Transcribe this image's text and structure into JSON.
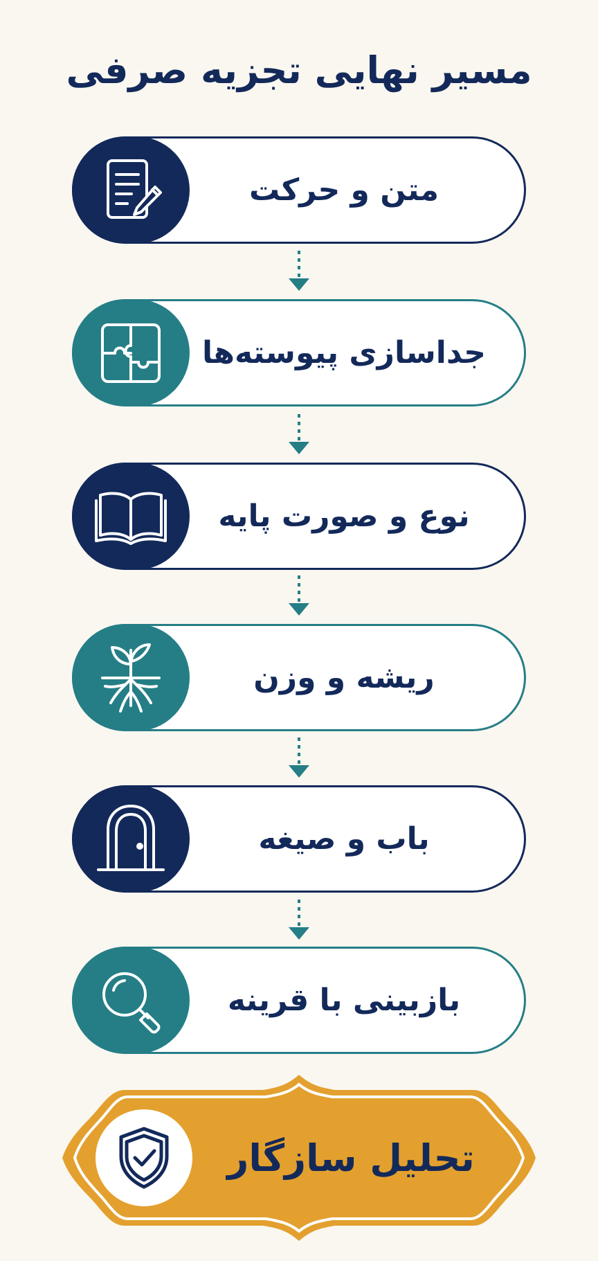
{
  "title": "مسیر نهایی تجزیه صرفی",
  "colors": {
    "navy": "#13295A",
    "teal": "#257E86",
    "gold": "#E3A02E",
    "background": "#FAF7F0"
  },
  "steps": [
    {
      "label": "متن و حرکت",
      "icon": "document-pencil-icon",
      "color": "navy"
    },
    {
      "label": "جداسازی پیوسته‌ها",
      "icon": "puzzle-icon",
      "color": "teal"
    },
    {
      "label": "نوع و صورت پایه",
      "icon": "open-book-icon",
      "color": "navy"
    },
    {
      "label": "ریشه و وزن",
      "icon": "sprout-roots-icon",
      "color": "teal"
    },
    {
      "label": "باب و صیغه",
      "icon": "arched-door-icon",
      "color": "navy"
    },
    {
      "label": "بازبینی با قرینه",
      "icon": "magnifier-icon",
      "color": "teal"
    }
  ],
  "final": {
    "label": "تحلیل سازگار",
    "icon": "shield-check-icon",
    "color": "gold"
  }
}
